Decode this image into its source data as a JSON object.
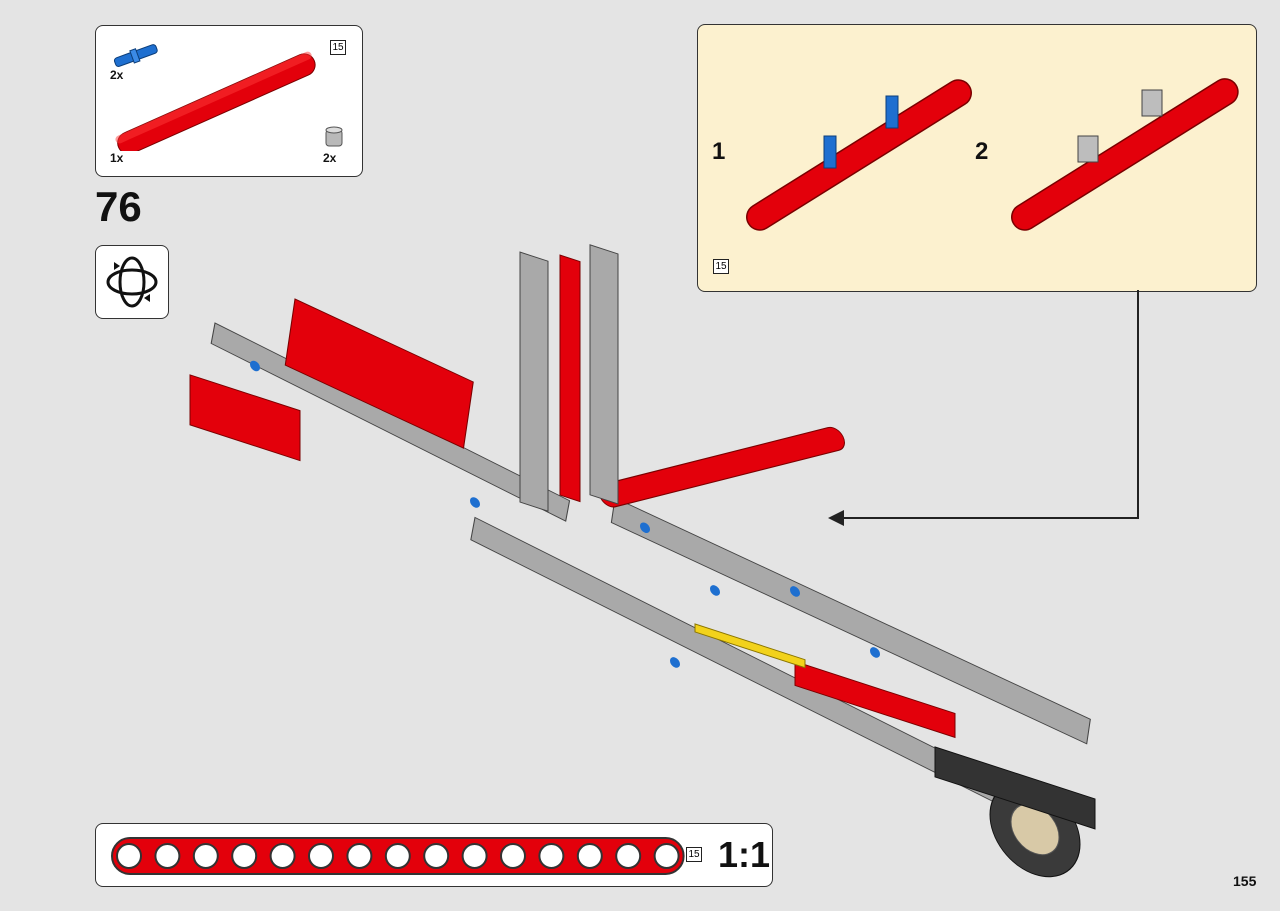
{
  "parts_list": {
    "items": [
      {
        "quantity": "2x",
        "icon": "blue-pin-icon"
      },
      {
        "quantity": "1x",
        "icon": "red-beam-15-icon"
      },
      {
        "quantity": "2x",
        "icon": "gray-bush-icon"
      }
    ],
    "beam_length": "15"
  },
  "step": {
    "number": "76",
    "rotate_icon": "rotate-model-icon"
  },
  "callout": {
    "substeps": [
      {
        "label": "1"
      },
      {
        "label": "2"
      }
    ],
    "beam_length": "15"
  },
  "ruler": {
    "beam_length": "15",
    "scale": "1:1",
    "holes": 15
  },
  "page": {
    "number": "155"
  },
  "colors": {
    "red": "#e3000b",
    "blue": "#1e6fd0",
    "gray": "#a9a9a9",
    "dark": "#333333",
    "callout_bg": "#fcf1cf"
  }
}
